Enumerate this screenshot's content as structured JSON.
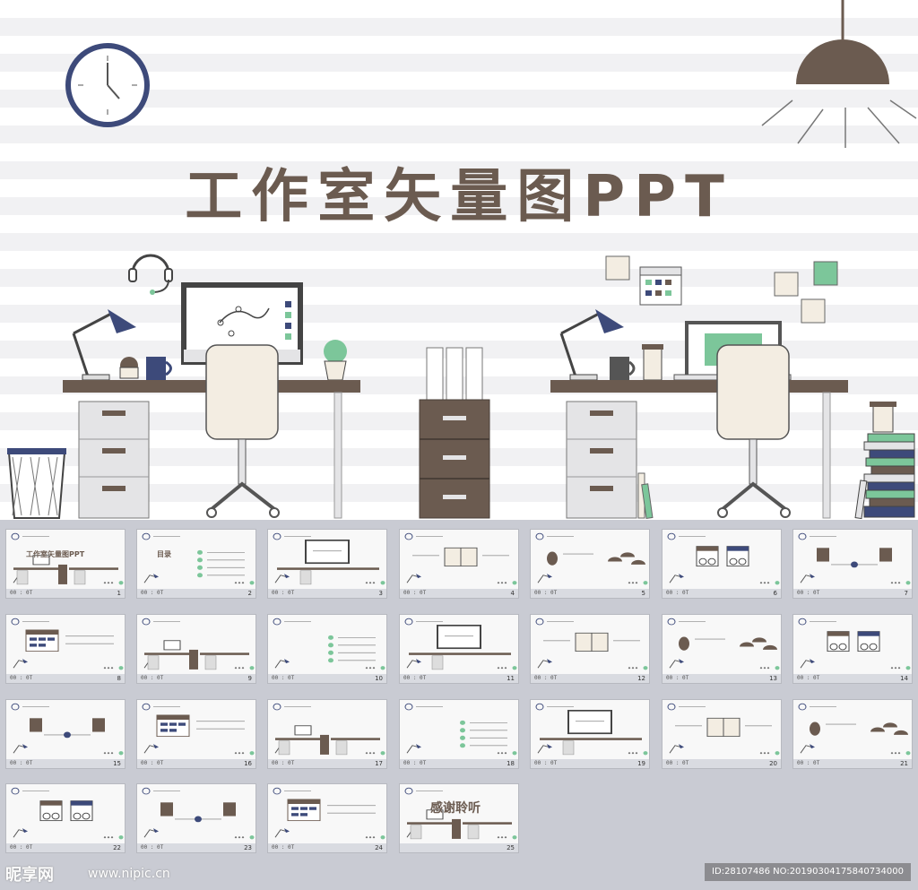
{
  "hero": {
    "title": "工作室矢量图PPT"
  },
  "colors": {
    "brown": "#6b5b50",
    "navy": "#3d4a7a",
    "cream": "#f3ede2",
    "grey_drawer": "#e4e4e6",
    "green": "#7cc69a",
    "gallery_bg": "#c9cbd3"
  },
  "slides": [
    {
      "num": "1",
      "stamp": "00 : 0T",
      "title": "工作室矢量图PPT"
    },
    {
      "num": "2",
      "stamp": "00 : 0T",
      "title": "目录"
    },
    {
      "num": "3",
      "stamp": "00 : 0T",
      "title": ""
    },
    {
      "num": "4",
      "stamp": "00 : 0T",
      "title": ""
    },
    {
      "num": "5",
      "stamp": "00 : 0T",
      "title": ""
    },
    {
      "num": "6",
      "stamp": "00 : 0T",
      "title": ""
    },
    {
      "num": "7",
      "stamp": "00 : 0T",
      "title": ""
    },
    {
      "num": "8",
      "stamp": "00 : 0T",
      "title": ""
    },
    {
      "num": "9",
      "stamp": "00 : 0T",
      "title": ""
    },
    {
      "num": "10",
      "stamp": "00 : 0T",
      "title": ""
    },
    {
      "num": "11",
      "stamp": "00 : 0T",
      "title": ""
    },
    {
      "num": "12",
      "stamp": "00 : 0T",
      "title": ""
    },
    {
      "num": "13",
      "stamp": "00 : 0T",
      "title": ""
    },
    {
      "num": "14",
      "stamp": "00 : 0T",
      "title": ""
    },
    {
      "num": "15",
      "stamp": "00 : 0T",
      "title": ""
    },
    {
      "num": "16",
      "stamp": "00 : 0T",
      "title": ""
    },
    {
      "num": "17",
      "stamp": "00 : 0T",
      "title": ""
    },
    {
      "num": "18",
      "stamp": "00 : 0T",
      "title": ""
    },
    {
      "num": "19",
      "stamp": "00 : 0T",
      "title": ""
    },
    {
      "num": "20",
      "stamp": "00 : 0T",
      "title": ""
    },
    {
      "num": "21",
      "stamp": "00 : 0T",
      "title": ""
    },
    {
      "num": "22",
      "stamp": "00 : 0T",
      "title": ""
    },
    {
      "num": "23",
      "stamp": "00 : 0T",
      "title": ""
    },
    {
      "num": "24",
      "stamp": "00 : 0T",
      "title": ""
    },
    {
      "num": "25",
      "stamp": "",
      "title": "感谢聆听"
    }
  ],
  "watermark": {
    "logo": "昵享网",
    "url": "www.nipic.cn",
    "id": "ID:28107486 NO:20190304175840734000"
  }
}
